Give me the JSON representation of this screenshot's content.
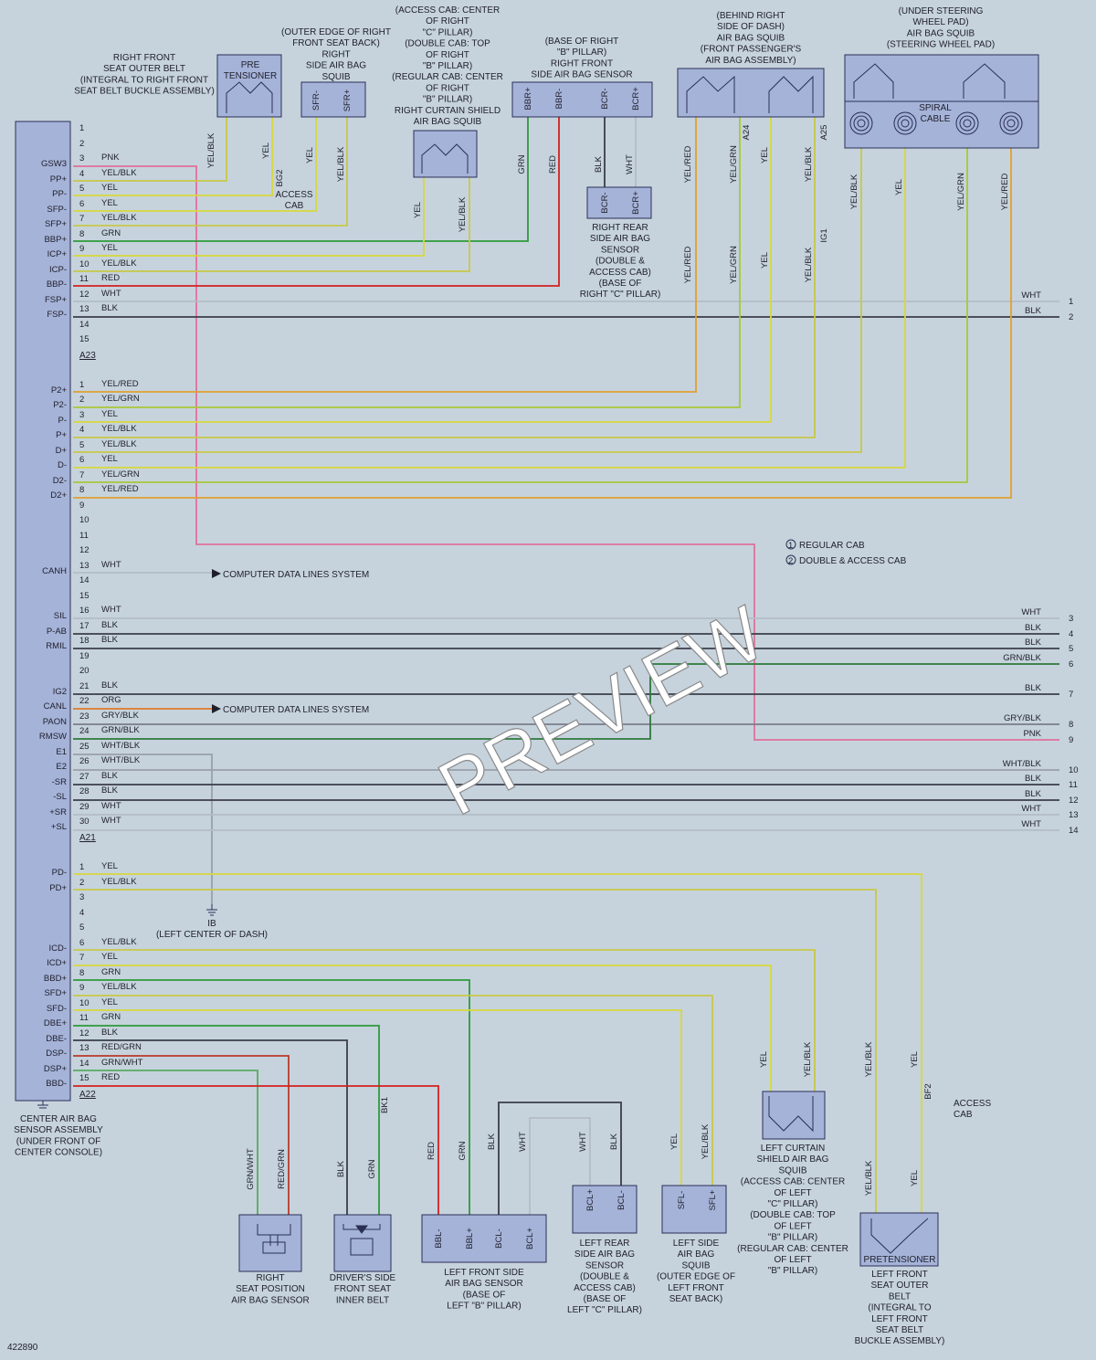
{
  "diagram_id": "422890",
  "watermark": "PREVIEW",
  "legend": {
    "items": [
      {
        "num": "1",
        "text": "REGULAR CAB"
      },
      {
        "num": "2",
        "text": "DOUBLE & ACCESS CAB"
      }
    ]
  },
  "center_sensor": {
    "label_lines": [
      "CENTER AIR BAG",
      "SENSOR ASSEMBLY",
      "(UNDER FRONT OF",
      "CENTER CONSOLE)"
    ]
  },
  "connectors": {
    "a23": "A23",
    "a21": "A21",
    "a22": "A22",
    "a24": "A24",
    "a25": "A25",
    "bg2": "BG2",
    "ig1": "IG1",
    "bk1": "BK1",
    "bf2": "BF2"
  },
  "signals_a23": [
    {
      "pin": "1",
      "sig": "",
      "color": ""
    },
    {
      "pin": "2",
      "sig": "",
      "color": ""
    },
    {
      "pin": "3",
      "sig": "GSW3",
      "color": "PNK"
    },
    {
      "pin": "4",
      "sig": "PP+",
      "color": "YEL/BLK"
    },
    {
      "pin": "5",
      "sig": "PP-",
      "color": "YEL"
    },
    {
      "pin": "6",
      "sig": "SFP-",
      "color": "YEL"
    },
    {
      "pin": "7",
      "sig": "SFP+",
      "color": "YEL/BLK"
    },
    {
      "pin": "8",
      "sig": "BBP+",
      "color": "GRN"
    },
    {
      "pin": "9",
      "sig": "ICP+",
      "color": "YEL"
    },
    {
      "pin": "10",
      "sig": "ICP-",
      "color": "YEL/BLK"
    },
    {
      "pin": "11",
      "sig": "BBP-",
      "color": "RED"
    },
    {
      "pin": "12",
      "sig": "FSP+",
      "color": "WHT"
    },
    {
      "pin": "13",
      "sig": "FSP-",
      "color": "BLK"
    },
    {
      "pin": "14",
      "sig": "",
      "color": ""
    },
    {
      "pin": "15",
      "sig": "",
      "color": ""
    }
  ],
  "signals_a21": [
    {
      "pin": "1",
      "sig": "P2+",
      "color": "YEL/RED"
    },
    {
      "pin": "2",
      "sig": "P2-",
      "color": "YEL/GRN"
    },
    {
      "pin": "3",
      "sig": "P-",
      "color": "YEL"
    },
    {
      "pin": "4",
      "sig": "P+",
      "color": "YEL/BLK"
    },
    {
      "pin": "5",
      "sig": "D+",
      "color": "YEL/BLK"
    },
    {
      "pin": "6",
      "sig": "D-",
      "color": "YEL"
    },
    {
      "pin": "7",
      "sig": "D2-",
      "color": "YEL/GRN"
    },
    {
      "pin": "8",
      "sig": "D2+",
      "color": "YEL/RED"
    },
    {
      "pin": "9",
      "sig": "",
      "color": ""
    },
    {
      "pin": "10",
      "sig": "",
      "color": ""
    },
    {
      "pin": "11",
      "sig": "",
      "color": ""
    },
    {
      "pin": "12",
      "sig": "",
      "color": ""
    },
    {
      "pin": "13",
      "sig": "CANH",
      "color": "WHT"
    },
    {
      "pin": "14",
      "sig": "",
      "color": ""
    },
    {
      "pin": "15",
      "sig": "",
      "color": ""
    },
    {
      "pin": "16",
      "sig": "SIL",
      "color": "WHT"
    },
    {
      "pin": "17",
      "sig": "P-AB",
      "color": "BLK"
    },
    {
      "pin": "18",
      "sig": "RMIL",
      "color": "BLK"
    },
    {
      "pin": "19",
      "sig": "",
      "color": ""
    },
    {
      "pin": "20",
      "sig": "",
      "color": ""
    },
    {
      "pin": "21",
      "sig": "IG2",
      "color": "BLK"
    },
    {
      "pin": "22",
      "sig": "CANL",
      "color": "ORG"
    },
    {
      "pin": "23",
      "sig": "PAON",
      "color": "GRY/BLK"
    },
    {
      "pin": "24",
      "sig": "RMSW",
      "color": "GRN/BLK"
    },
    {
      "pin": "25",
      "sig": "E1",
      "color": "WHT/BLK"
    },
    {
      "pin": "26",
      "sig": "E2",
      "color": "WHT/BLK"
    },
    {
      "pin": "27",
      "sig": "-SR",
      "color": "BLK"
    },
    {
      "pin": "28",
      "sig": "-SL",
      "color": "BLK"
    },
    {
      "pin": "29",
      "sig": "+SR",
      "color": "WHT"
    },
    {
      "pin": "30",
      "sig": "+SL",
      "color": "WHT"
    }
  ],
  "signals_a22": [
    {
      "pin": "1",
      "sig": "PD-",
      "color": "YEL"
    },
    {
      "pin": "2",
      "sig": "PD+",
      "color": "YEL/BLK"
    },
    {
      "pin": "3",
      "sig": "",
      "color": ""
    },
    {
      "pin": "4",
      "sig": "",
      "color": ""
    },
    {
      "pin": "5",
      "sig": "",
      "color": ""
    },
    {
      "pin": "6",
      "sig": "ICD-",
      "color": "YEL/BLK"
    },
    {
      "pin": "7",
      "sig": "ICD+",
      "color": "YEL"
    },
    {
      "pin": "8",
      "sig": "BBD+",
      "color": "GRN"
    },
    {
      "pin": "9",
      "sig": "SFD+",
      "color": "YEL/BLK"
    },
    {
      "pin": "10",
      "sig": "SFD-",
      "color": "YEL"
    },
    {
      "pin": "11",
      "sig": "DBE+",
      "color": "GRN"
    },
    {
      "pin": "12",
      "sig": "DBE-",
      "color": "BLK"
    },
    {
      "pin": "13",
      "sig": "DSP-",
      "color": "RED/GRN"
    },
    {
      "pin": "14",
      "sig": "DSP+",
      "color": "GRN/WHT"
    },
    {
      "pin": "15",
      "sig": "BBD-",
      "color": "RED"
    }
  ],
  "right_outputs": [
    {
      "num": "1",
      "color": "WHT"
    },
    {
      "num": "2",
      "color": "BLK"
    },
    {
      "num": "3",
      "color": "WHT"
    },
    {
      "num": "4",
      "color": "BLK"
    },
    {
      "num": "5",
      "color": "BLK"
    },
    {
      "num": "6",
      "color": "GRN/BLK"
    },
    {
      "num": "7",
      "color": "BLK"
    },
    {
      "num": "8",
      "color": "GRY/BLK"
    },
    {
      "num": "9",
      "color": "PNK"
    },
    {
      "num": "10",
      "color": "WHT/BLK"
    },
    {
      "num": "11",
      "color": "BLK"
    },
    {
      "num": "12",
      "color": "BLK"
    },
    {
      "num": "13",
      "color": "WHT"
    },
    {
      "num": "14",
      "color": "WHT"
    }
  ],
  "computer_data_lines": "COMPUTER DATA LINES SYSTEM",
  "ground": {
    "id": "IB",
    "location": "(LEFT CENTER OF DASH)"
  },
  "access_cab": {
    "l1": "ACCESS",
    "l2": "CAB"
  },
  "top_components": {
    "rf_belt": [
      "RIGHT FRONT",
      "SEAT OUTER BELT",
      "(INTEGRAL TO RIGHT FRONT",
      "SEAT BELT BUCKLE ASSEMBLY)"
    ],
    "pre_tensioner": [
      "PRE",
      "TENSIONER"
    ],
    "r_side_squib": [
      "(OUTER EDGE OF RIGHT",
      "FRONT SEAT BACK)",
      "RIGHT",
      "SIDE AIR BAG",
      "SQUIB"
    ],
    "r_curtain": [
      "(ACCESS CAB: CENTER",
      "OF RIGHT",
      "\"C\" PILLAR)",
      "(DOUBLE CAB: TOP",
      "OF RIGHT",
      "\"B\" PILLAR)",
      "(REGULAR CAB: CENTER",
      "OF RIGHT",
      "\"B\" PILLAR)",
      "RIGHT CURTAIN SHIELD",
      "AIR BAG SQUIB"
    ],
    "rf_side_sensor": [
      "(BASE OF RIGHT",
      "\"B\" PILLAR)",
      "RIGHT FRONT",
      "SIDE AIR BAG SENSOR"
    ],
    "rr_side_sensor": [
      "RIGHT REAR",
      "SIDE AIR BAG",
      "SENSOR",
      "(DOUBLE &",
      "ACCESS CAB)",
      "(BASE OF",
      "RIGHT \"C\" PILLAR)"
    ],
    "pass_squib": [
      "(BEHIND RIGHT",
      "SIDE OF DASH)",
      "AIR BAG SQUIB",
      "(FRONT PASSENGER'S",
      "AIR BAG ASSEMBLY)"
    ],
    "steering_squib": [
      "(UNDER STEERING",
      "WHEEL PAD)",
      "AIR BAG SQUIB",
      "(STEERING WHEEL PAD)"
    ],
    "spiral": [
      "SPIRAL",
      "CABLE"
    ]
  },
  "bottom_components": {
    "seat_pos": [
      "RIGHT",
      "SEAT POSITION",
      "AIR BAG SENSOR"
    ],
    "drv_belt": [
      "DRIVER'S SIDE",
      "FRONT SEAT",
      "INNER BELT"
    ],
    "lf_side_sensor": [
      "LEFT FRONT SIDE",
      "AIR BAG SENSOR",
      "(BASE OF",
      "LEFT \"B\" PILLAR)"
    ],
    "lr_side_sensor": [
      "LEFT REAR",
      "SIDE AIR BAG",
      "SENSOR",
      "(DOUBLE &",
      "ACCESS CAB)",
      "(BASE OF",
      "LEFT \"C\" PILLAR)"
    ],
    "l_side_squib": [
      "LEFT SIDE",
      "AIR BAG",
      "SQUIB",
      "(OUTER EDGE OF",
      "LEFT FRONT",
      "SEAT BACK)"
    ],
    "l_curtain": [
      "LEFT CURTAIN",
      "SHIELD AIR BAG",
      "SQUIB",
      "(ACCESS CAB: CENTER",
      "OF LEFT",
      "\"C\" PILLAR)",
      "(DOUBLE CAB: TOP",
      "OF LEFT",
      "\"B\" PILLAR)",
      "(REGULAR CAB: CENTER",
      "OF LEFT",
      "\"B\" PILLAR)"
    ],
    "pretensioner": "PRETENSIONER",
    "lf_belt": [
      "LEFT FRONT",
      "SEAT OUTER",
      "BELT",
      "(INTEGRAL TO",
      "LEFT FRONT",
      "SEAT BELT",
      "BUCKLE ASSEMBLY)"
    ]
  },
  "pin_labels": {
    "bbr_plus": "BBR+",
    "bbr_minus": "BBR-",
    "bcr_minus": "BCR-",
    "bcr_plus": "BCR+",
    "sfr_minus": "SFR-",
    "sfr_plus": "SFR+",
    "bbl_minus": "BBL-",
    "bbl_plus": "BBL+",
    "bcl_minus": "BCL-",
    "bcl_plus": "BCL+",
    "sfl_minus": "SFL-",
    "sfl_plus": "SFL+"
  },
  "wire_colors_hex": {
    "PNK": "#e0709a",
    "YEL": "#d8d83a",
    "YEL/BLK": "#c8c848",
    "GRN": "#2e9a3a",
    "RED": "#d42020",
    "WHT": "#b4bcc4",
    "BLK": "#3a3e48",
    "YEL/RED": "#e0a030",
    "YEL/GRN": "#a8c838",
    "ORG": "#e07a28",
    "GRY/BLK": "#7a7e88",
    "GRN/BLK": "#2e7a3a",
    "WHT/BLK": "#9aa0a8",
    "RED/GRN": "#b83a2a",
    "GRN/WHT": "#58aa60"
  }
}
